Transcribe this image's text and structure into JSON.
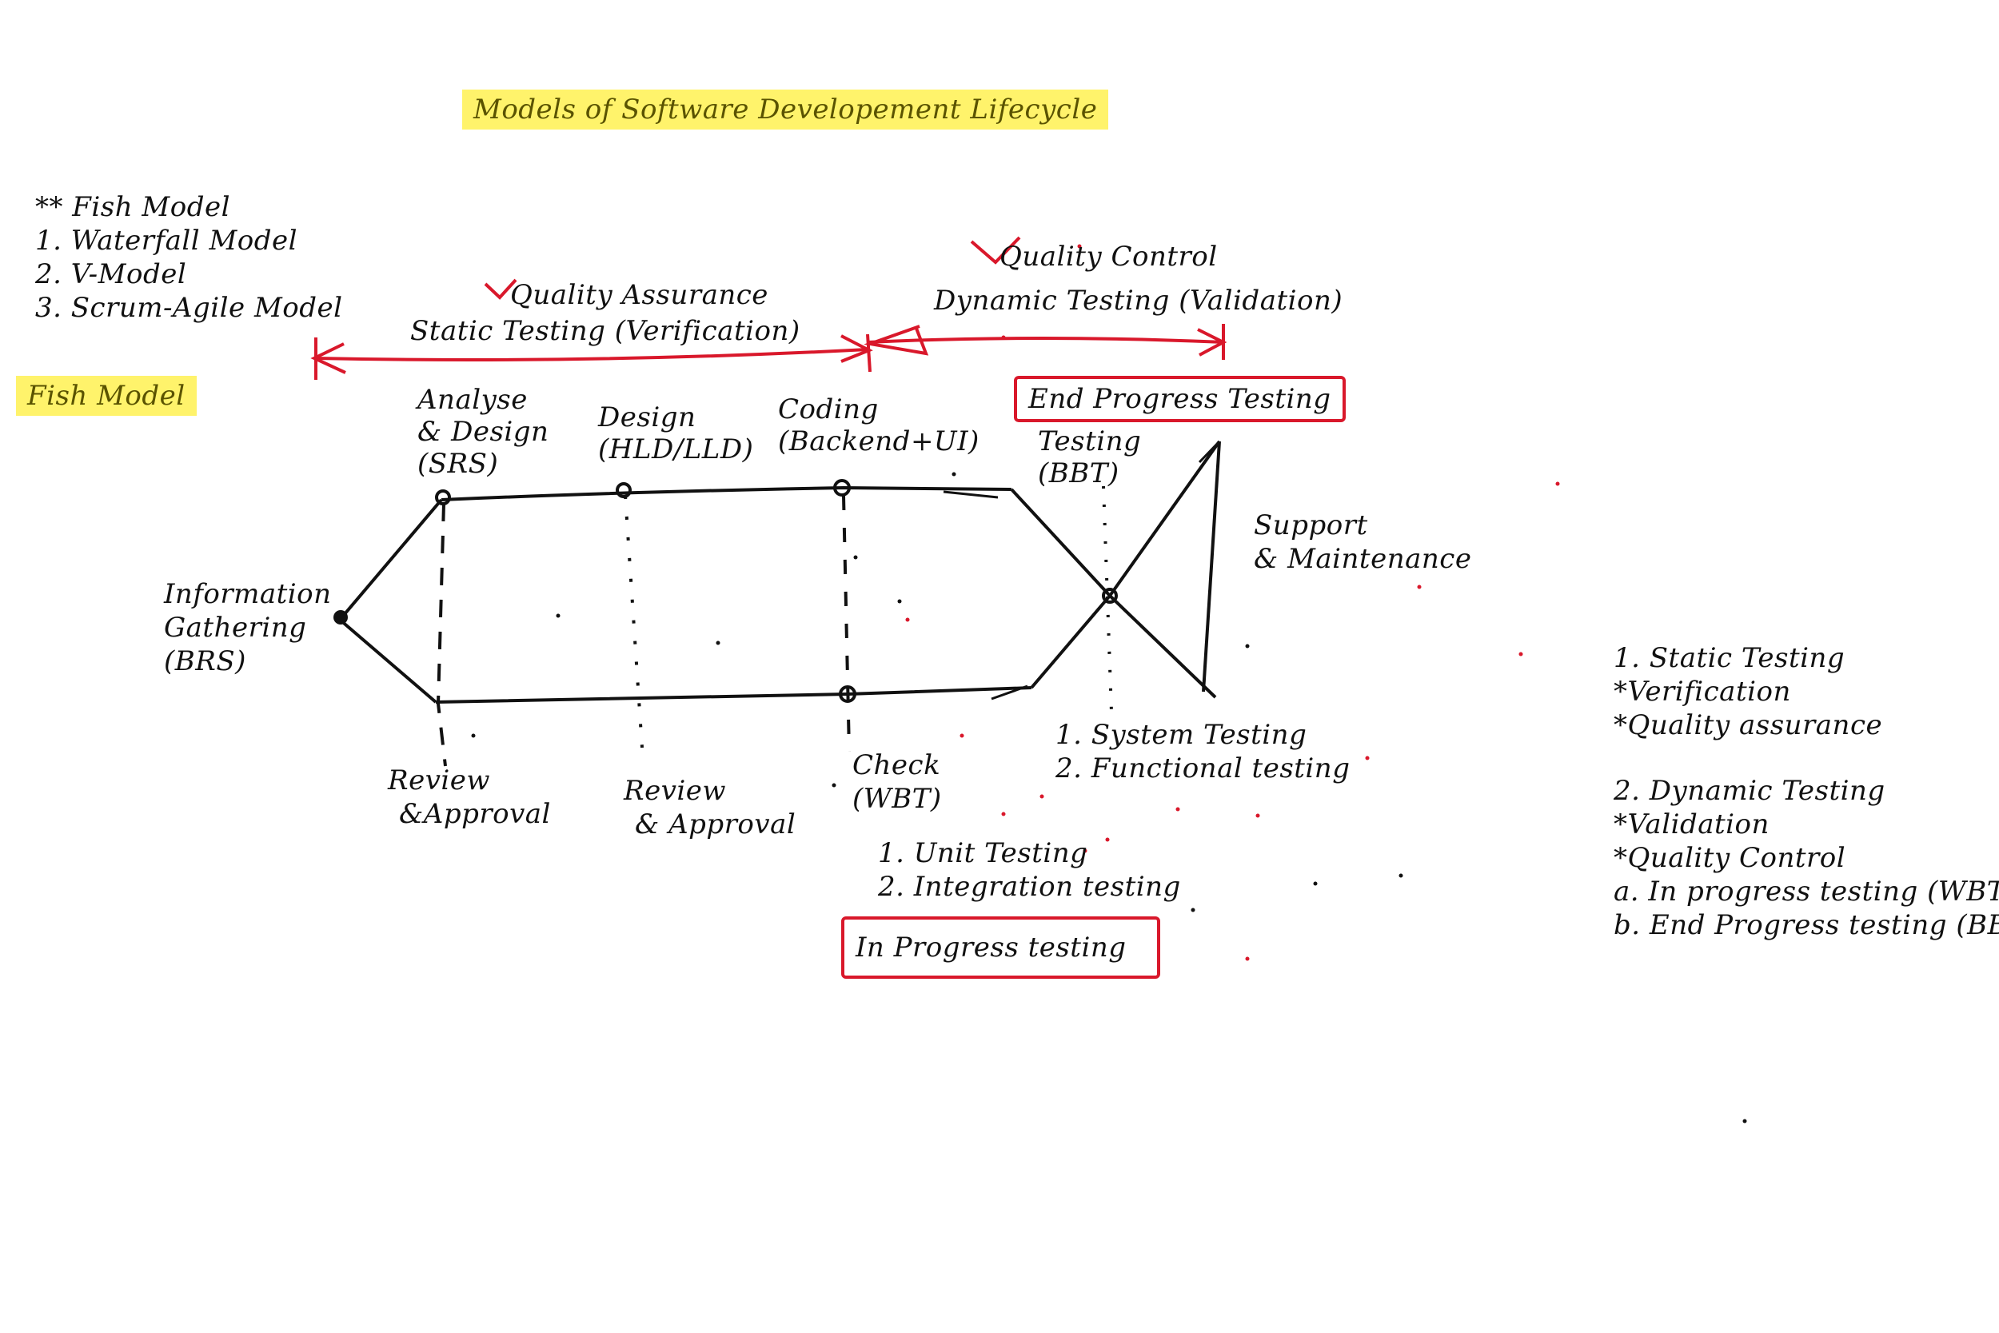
{
  "title": "Models of Software Developement Lifecycle",
  "models_list": [
    "** Fish Model",
    "1. Waterfall Model",
    "2. V-Model",
    "3. Scrum-Agile Model"
  ],
  "section_heading": "Fish Model",
  "verification_banner": {
    "check": "Quality Assurance",
    "label": "Static Testing (Verification)"
  },
  "validation_banner": {
    "check": "Quality Control",
    "label": "Dynamic Testing (Validation)"
  },
  "phases_top": {
    "analyse": [
      "Analyse",
      "& Design",
      "(SRS)"
    ],
    "design": [
      "Design",
      "(HLD/LLD)"
    ],
    "coding": [
      "Coding",
      "(Backend+UI)"
    ],
    "testing": [
      "Testing",
      "(BBT)"
    ]
  },
  "end_progress_box": "End Progress Testing",
  "info_gathering": [
    "Information",
    "Gathering",
    "(BRS)"
  ],
  "support": [
    "Support",
    "& Maintenance"
  ],
  "phases_bottom": {
    "review1": [
      "Review",
      "&Approval"
    ],
    "review2": [
      "Review",
      "& Approval"
    ],
    "check": [
      "Check",
      "(WBT)"
    ],
    "system_tests": [
      "1. System Testing",
      "2. Functional testing"
    ],
    "unit_tests": [
      "1. Unit Testing",
      "2. Integration testing"
    ]
  },
  "in_progress_box": "In Progress testing",
  "summary": {
    "static": [
      "1. Static Testing",
      "*Verification",
      "*Quality assurance"
    ],
    "dynamic": [
      "2. Dynamic Testing",
      "*Validation",
      "*Quality Control",
      "a. In progress testing (WBT)",
      "b. End Progress testing (BBT)"
    ]
  },
  "colors": {
    "ink": "#111111",
    "red": "#d9182b",
    "highlight": "#fff36b"
  }
}
